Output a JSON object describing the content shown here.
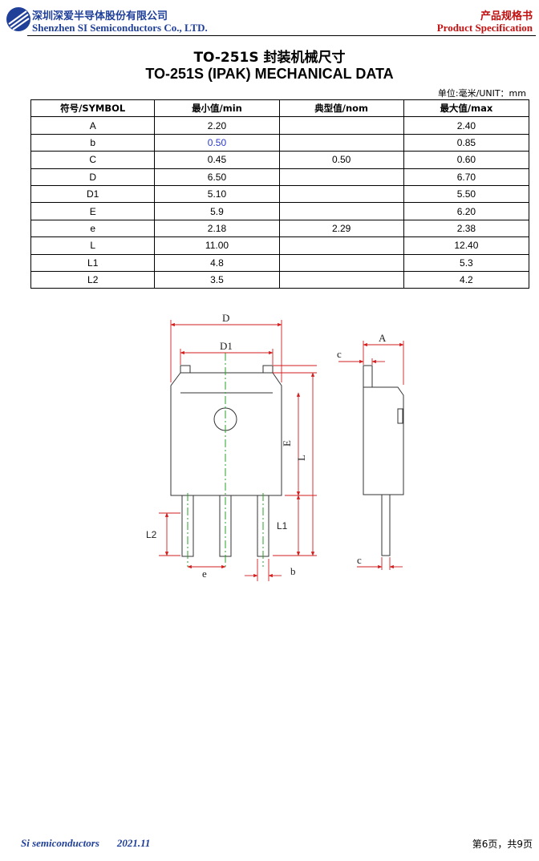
{
  "header": {
    "company_cn": "深圳深爱半导体股份有限公司",
    "company_en": "Shenzhen SI Semiconductors Co., LTD.",
    "spec_cn": "产品规格书",
    "spec_en": "Product Specification"
  },
  "title_cn": "TO-251S 封装机械尺寸",
  "title_en": "TO-251S (IPAK) MECHANICAL DATA",
  "unit": "单位:毫米/UNIT：mm",
  "table": {
    "headers": [
      "符号/SYMBOL",
      "最小值/min",
      "典型值/nom",
      "最大值/max"
    ],
    "rows": [
      [
        "A",
        "2.20",
        "",
        "2.40"
      ],
      [
        "b",
        "0.50",
        "",
        "0.85"
      ],
      [
        "C",
        "0.45",
        "0.50",
        "0.60"
      ],
      [
        "D",
        "6.50",
        "",
        "6.70"
      ],
      [
        "D1",
        "5.10",
        "",
        "5.50"
      ],
      [
        "E",
        "5.9",
        "",
        "6.20"
      ],
      [
        "e",
        "2.18",
        "2.29",
        "2.38"
      ],
      [
        "L",
        "11.00",
        "",
        "12.40"
      ],
      [
        "L1",
        "4.8",
        "",
        "5.3"
      ],
      [
        "L2",
        "3.5",
        "",
        "4.2"
      ]
    ]
  },
  "drawing_labels": {
    "D": "D",
    "D1": "D1",
    "E": "E",
    "L": "L",
    "L1": "L1",
    "L2": "L2",
    "e": "e",
    "b": "b",
    "A": "A",
    "c_top": "c",
    "c_bottom": "c"
  },
  "footer": {
    "company": "Si semiconductors",
    "date": "2021.11",
    "page": "第6页，共9页"
  },
  "colors": {
    "brand_blue": "#1f3f99",
    "brand_red": "#c01010",
    "dim_red": "#d21e1e",
    "center_green": "#2aa02a"
  }
}
